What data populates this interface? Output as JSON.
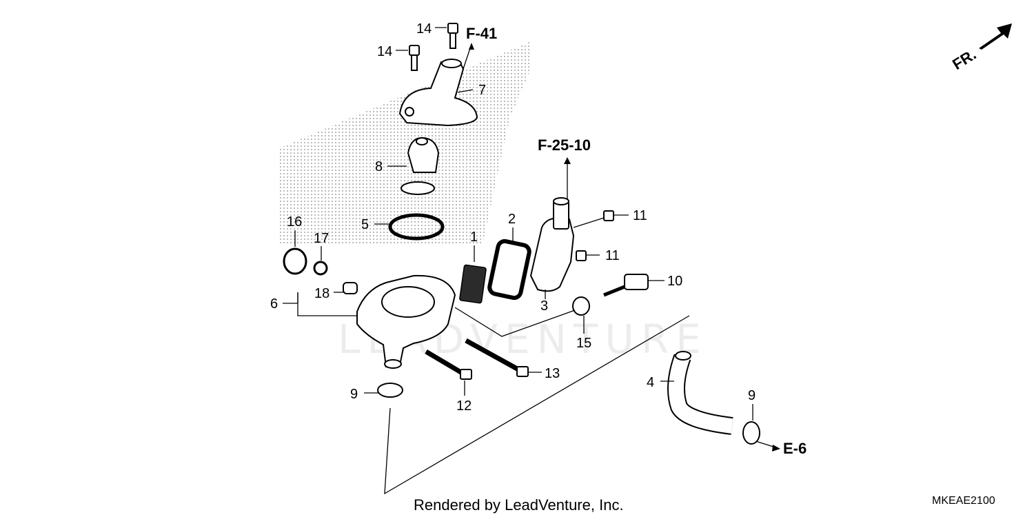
{
  "diagram": {
    "callouts": {
      "c1": "1",
      "c2": "2",
      "c3": "3",
      "c4": "4",
      "c5": "5",
      "c6": "6",
      "c7": "7",
      "c8": "8",
      "c9a": "9",
      "c9b": "9",
      "c10": "10",
      "c11a": "11",
      "c11b": "11",
      "c12": "12",
      "c13": "13",
      "c14a": "14",
      "c14b": "14",
      "c15": "15",
      "c16": "16",
      "c17": "17",
      "c18": "18"
    },
    "references": {
      "f41": "F-41",
      "f2510": "F-25-10",
      "e6": "E-6",
      "fr": "FR."
    },
    "watermark": "LEADVENTURE",
    "credit": "Rendered by LeadVenture, Inc.",
    "diagram_code": "MKEAE2100"
  }
}
